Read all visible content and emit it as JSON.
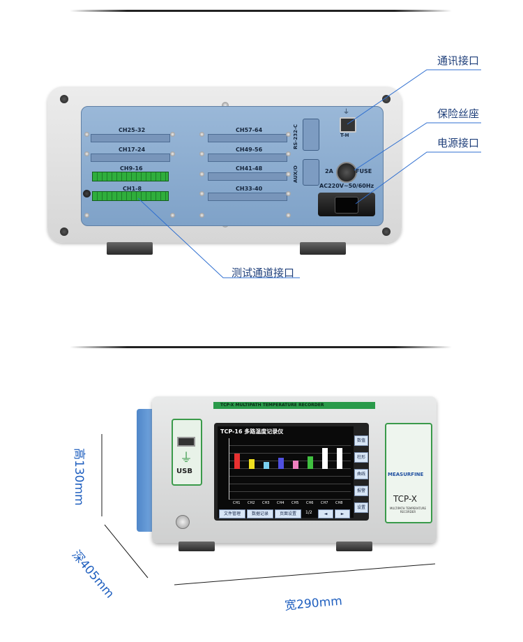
{
  "rear_view": {
    "callouts": {
      "comm_port": "通讯接口",
      "fuse_holder": "保险丝座",
      "power_port": "电源接口",
      "channel_port": "测试通道接口"
    },
    "slot_labels": {
      "left": [
        "CH25-32",
        "CH17-24",
        "CH9-16",
        "CH1-8"
      ],
      "right": [
        "CH57-64",
        "CH49-56",
        "CH41-48",
        "CH33-40"
      ]
    },
    "rs232_label": "RS-232-C",
    "aux_label": "AUX/O",
    "usb_label": "T-H",
    "fuse_rating": "2A",
    "fuse_label": "FUSE",
    "power_rating": "AC220V~50/60Hz"
  },
  "front_view": {
    "model_strip": "TCP-X MULTIPATH TEMPERATURE RECORDER",
    "usb_label": "USB",
    "brand": "MEASURFINE",
    "model": "TCP-X",
    "model_sub": "MULTIPATH TEMPERATURE RECORDER",
    "screen": {
      "title": "TCP-16  多路温度记录仪",
      "side_buttons": [
        "数值",
        "柱形",
        "曲线",
        "报警",
        "设置"
      ],
      "bottom_buttons": [
        "文件管理",
        "数据记录",
        "页面设置"
      ],
      "page": "1/2",
      "prev": "◄",
      "next": "►",
      "bar_labels": [
        "CH1",
        "CH2",
        "CH3",
        "CH4",
        "CH5",
        "CH6",
        "CH7",
        "CH8"
      ],
      "bar_colors": [
        "#e83030",
        "#f0e020",
        "#7ad0f0",
        "#5050e0",
        "#f080c0",
        "#40c040",
        "#ffffff",
        "#ffffff"
      ]
    }
  },
  "dimensions": {
    "height": "高130mm",
    "depth": "深405mm",
    "width": "宽290mm"
  }
}
